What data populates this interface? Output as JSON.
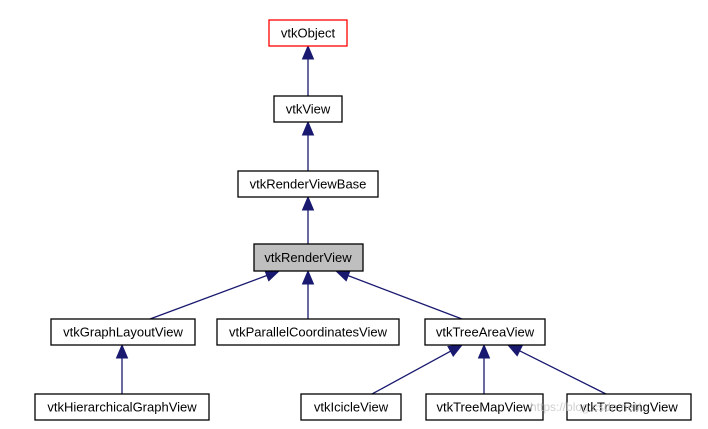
{
  "nodes": {
    "vtkObject": "vtkObject",
    "vtkView": "vtkView",
    "vtkRenderViewBase": "vtkRenderViewBase",
    "vtkRenderView": "vtkRenderView",
    "vtkGraphLayoutView": "vtkGraphLayoutView",
    "vtkParallelCoordinatesView": "vtkParallelCoordinatesView",
    "vtkTreeAreaView": "vtkTreeAreaView",
    "vtkHierarchicalGraphView": "vtkHierarchicalGraphView",
    "vtkIcicleView": "vtkIcicleView",
    "vtkTreeMapView": "vtkTreeMapView",
    "vtkTreeRingView": "vtkTreeRingView"
  },
  "edges": [
    [
      "vtkView",
      "vtkObject"
    ],
    [
      "vtkRenderViewBase",
      "vtkView"
    ],
    [
      "vtkRenderView",
      "vtkRenderViewBase"
    ],
    [
      "vtkGraphLayoutView",
      "vtkRenderView"
    ],
    [
      "vtkParallelCoordinatesView",
      "vtkRenderView"
    ],
    [
      "vtkTreeAreaView",
      "vtkRenderView"
    ],
    [
      "vtkHierarchicalGraphView",
      "vtkGraphLayoutView"
    ],
    [
      "vtkIcicleView",
      "vtkTreeAreaView"
    ],
    [
      "vtkTreeMapView",
      "vtkTreeAreaView"
    ],
    [
      "vtkTreeRingView",
      "vtkTreeAreaView"
    ]
  ],
  "highlighted_node": "vtkRenderView",
  "root_node": "vtkObject",
  "colors": {
    "edge": "#191970",
    "root_border": "#ff0000",
    "highlight_fill": "#bfbfbf"
  },
  "watermark": "https://blog.csdn.net/...."
}
